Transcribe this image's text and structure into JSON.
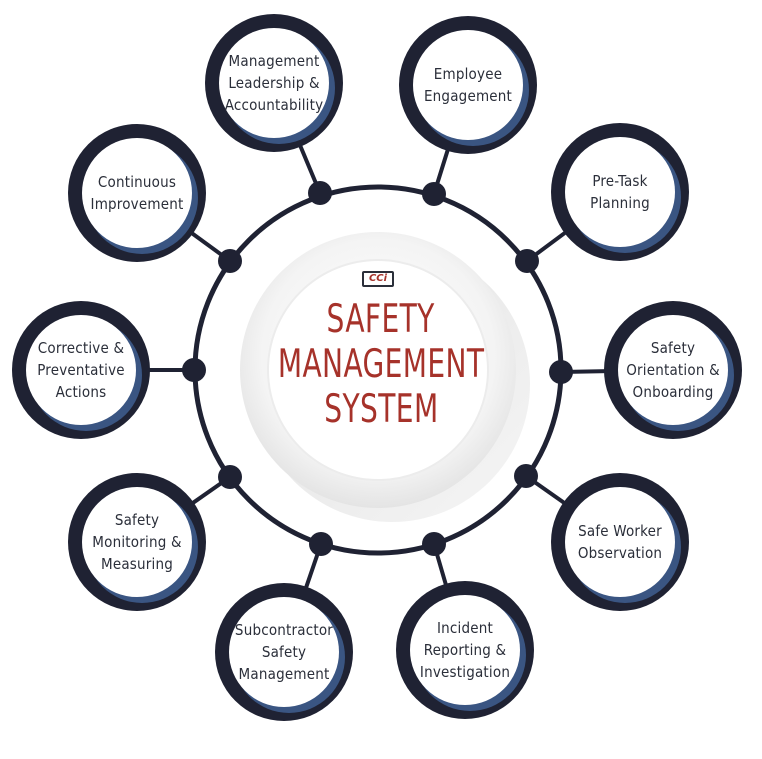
{
  "center": {
    "logo_text": "CCi",
    "title_lines": [
      "SAFETY",
      "MANAGEMENT",
      "SYSTEM"
    ]
  },
  "nodes": [
    {
      "lines": [
        "Management",
        "Leadership &",
        "Accountability"
      ]
    },
    {
      "lines": [
        "Employee",
        "Engagement"
      ]
    },
    {
      "lines": [
        "Pre-Task",
        "Planning"
      ]
    },
    {
      "lines": [
        "Safety",
        "Orientation &",
        "Onboarding"
      ]
    },
    {
      "lines": [
        "Safe Worker",
        "Observation"
      ]
    },
    {
      "lines": [
        "Incident",
        "Reporting &",
        "Investigation"
      ]
    },
    {
      "lines": [
        "Subcontractor",
        "Safety",
        "Management"
      ]
    },
    {
      "lines": [
        "Safety",
        "Monitoring &",
        "Measuring"
      ]
    },
    {
      "lines": [
        "Corrective &",
        "Preventative",
        "Actions"
      ]
    },
    {
      "lines": [
        "Continuous",
        "Improvement"
      ]
    }
  ],
  "colors": {
    "ring": "#1f2233",
    "ring_accent": "#3a5582",
    "title": "#a6322a",
    "text": "#2b2f3a",
    "hub_shadow": "#e6e6e6"
  }
}
